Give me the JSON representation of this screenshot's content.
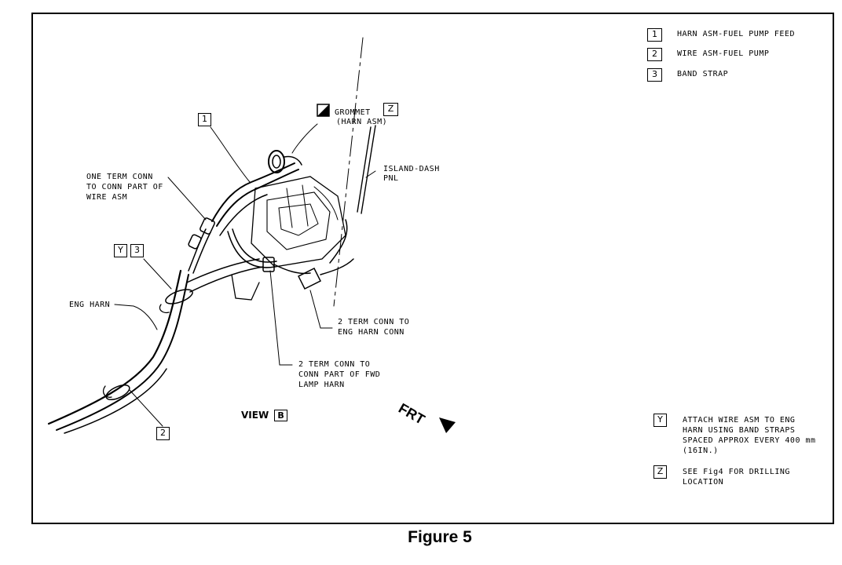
{
  "legend": [
    {
      "num": "1",
      "text": "HARN ASM-FUEL PUMP FEED"
    },
    {
      "num": "2",
      "text": "WIRE ASM-FUEL PUMP"
    },
    {
      "num": "3",
      "text": "BAND STRAP"
    }
  ],
  "labels": {
    "grommet_line1": "GROMMET",
    "grommet_line2": "(HARN ASM)",
    "island_line1": "ISLAND-DASH",
    "island_line2": "PNL",
    "one_term_line1": "ONE TERM CONN",
    "one_term_line2": "TO CONN PART OF",
    "one_term_line3": "WIRE ASM",
    "eng_harn": "ENG HARN",
    "two_term_eng_line1": "2 TERM CONN TO",
    "two_term_eng_line2": "ENG HARN CONN",
    "two_term_fwd_line1": "2 TERM CONN TO",
    "two_term_fwd_line2": "CONN PART OF FWD",
    "two_term_fwd_line3": "LAMP HARN",
    "view": "VIEW",
    "view_letter": "B",
    "frt": "FRT"
  },
  "callouts": {
    "one": "1",
    "two": "2",
    "three": "3",
    "y": "Y",
    "z": "Z"
  },
  "notes": [
    {
      "key": "Y",
      "line1": "ATTACH WIRE ASM TO ENG",
      "line2": "HARN USING BAND STRAPS",
      "line3": "SPACED APPROX EVERY 400 mm",
      "line4": "(16IN.)"
    },
    {
      "key": "Z",
      "line1": "SEE Fig4 FOR DRILLING",
      "line2": "LOCATION",
      "line3": "",
      "line4": ""
    }
  ],
  "caption": "Figure 5"
}
